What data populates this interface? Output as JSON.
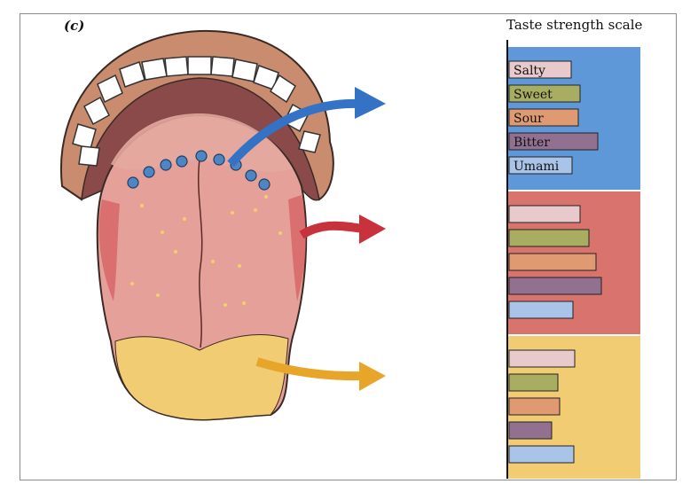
{
  "panel_label": "(c)",
  "scale": {
    "title": "Taste strength scale",
    "tastes": [
      "Salty",
      "Sweet",
      "Sour",
      "Bitter",
      "Umami"
    ],
    "taste_colors": [
      "#e8c9cc",
      "#a8ad62",
      "#df9a72",
      "#927090",
      "#a9c4e8"
    ]
  },
  "regions": [
    {
      "name": "back",
      "color": "#5e98d8",
      "strengths": [
        0.7,
        0.8,
        0.78,
        1.0,
        0.71
      ]
    },
    {
      "name": "sides",
      "color": "#d9736d",
      "strengths": [
        0.8,
        0.9,
        0.98,
        1.04,
        0.72
      ]
    },
    {
      "name": "tip",
      "color": "#f2cc72",
      "strengths": [
        0.74,
        0.55,
        0.57,
        0.48,
        0.73
      ]
    }
  ],
  "colors": {
    "arrow_blue": "#3472c6",
    "arrow_red": "#c8323c",
    "arrow_yellow": "#e7a52a",
    "lip": "#c98c6e",
    "mouth": "#8b4a4a",
    "tongue": "#e6a09a",
    "papilla": "#4e86c2"
  }
}
